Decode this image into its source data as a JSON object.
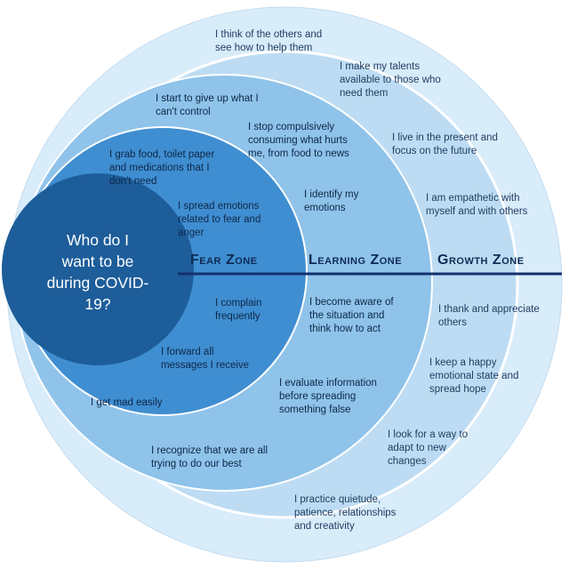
{
  "title": "Who do I\nwant to be\nduring COVID-\n19?",
  "colors": {
    "outer": "#d9ecfa",
    "growth": "#bddcf3",
    "learning": "#8fc3ea",
    "fear": "#3f8ed1",
    "core": "#1d5d9a",
    "axis": "#13306e",
    "text": "#1e3a5f"
  },
  "zones": {
    "fear": "Fear Zone",
    "learning": "Learning Zone",
    "growth": "Growth Zone"
  },
  "fear_items": [
    "I grab food, toilet paper\nand medications that I\ndon't need",
    "I spread emotions\nrelated to fear and\nanger",
    "I complain\nfrequently",
    "I forward all\nmessages I receive",
    "I get mad easily"
  ],
  "learning_items": [
    "I start to give up what I\ncan't control",
    "I stop compulsively\nconsuming what hurts\nme, from food to news",
    "I identify my\nemotions",
    "I become aware of\nthe situation and\nthink how to act",
    "I evaluate information\nbefore spreading\nsomething false",
    "I recognize that we are all\ntrying to do our best"
  ],
  "growth_items": [
    "I think of the others and\nsee how to help them",
    "I make my talents\navailable to those who\nneed them",
    "I live in the present and\nfocus on the future",
    "I am empathetic with\nmyself and with others",
    "I thank and appreciate\nothers",
    "I keep a happy\nemotional state and\nspread hope",
    "I look for a way to\nadapt to new\nchanges",
    "I practice quietude,\npatience, relationships\nand creativity"
  ]
}
